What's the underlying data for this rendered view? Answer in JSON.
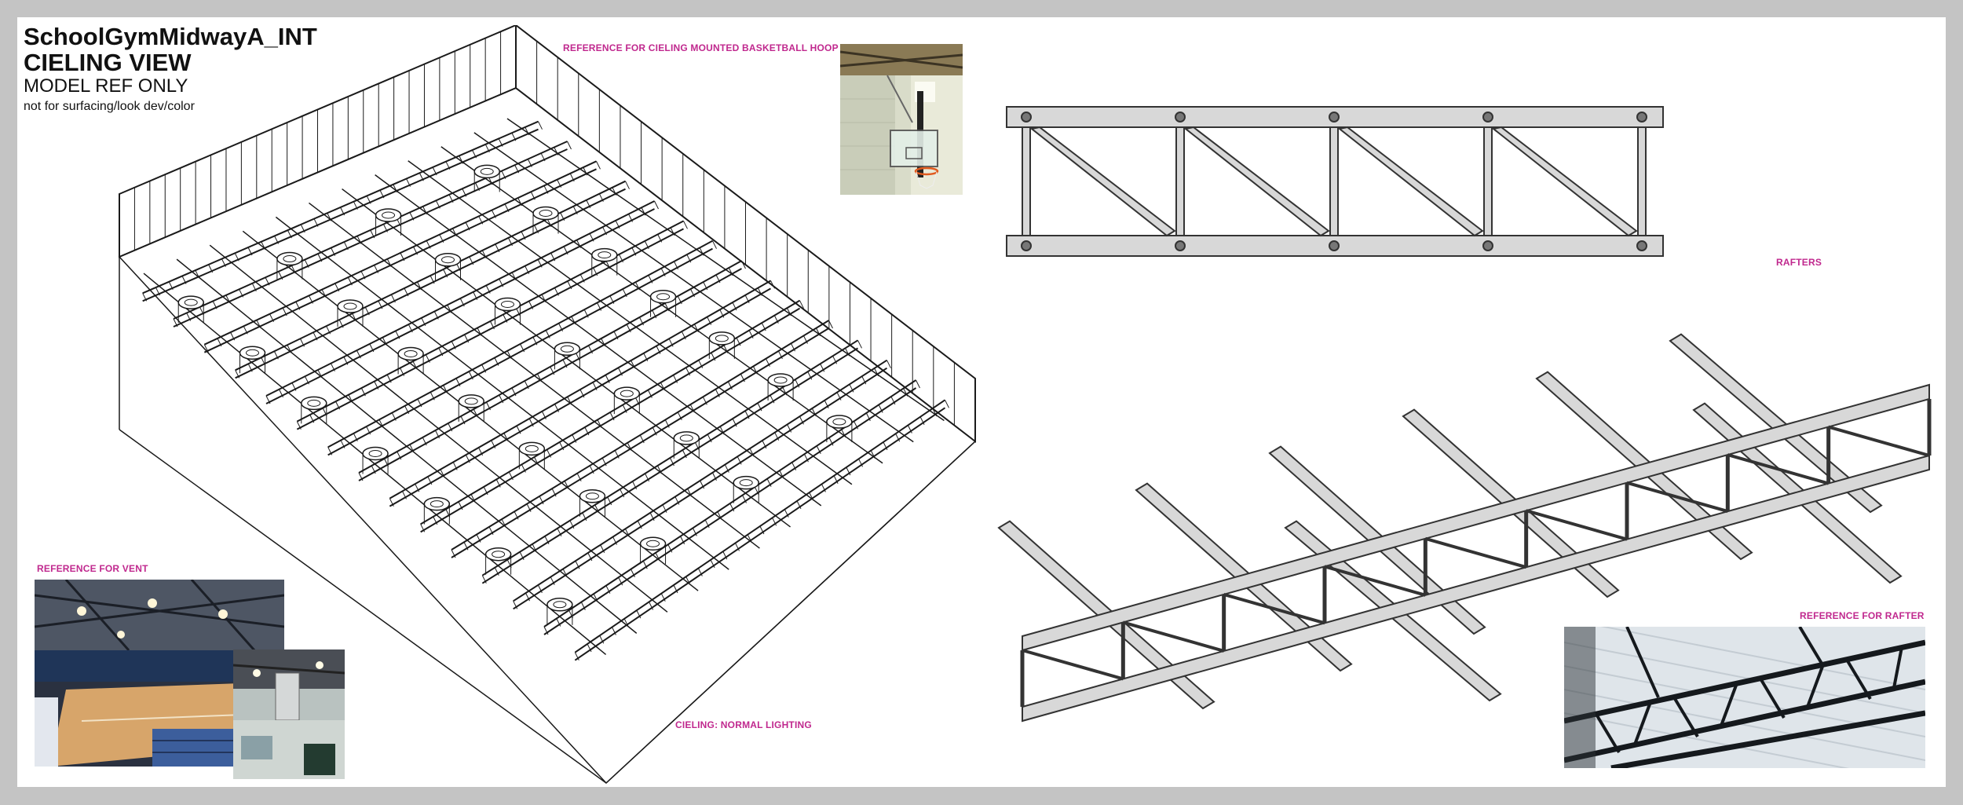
{
  "title": {
    "line1": "SchoolGymMidwayA_INT",
    "line2": "CIELING VIEW",
    "line3": "MODEL REF ONLY",
    "line4": "not for surfacing/look dev/color"
  },
  "labels": {
    "hoop": "REFERENCE FOR CIELING MOUNTED BASKETBALL HOOP",
    "rafters": "RAFTERS",
    "vent": "REFERENCE FOR VENT",
    "lighting": "CIELING: NORMAL LIGHTING",
    "rafter_ref": "REFERENCE FOR RAFTER"
  },
  "colors": {
    "sheet_bg": "#ffffff",
    "border": "#c4c4c4",
    "label": "#c0288e",
    "truss_fill": "#d8d8d8",
    "truss_stroke": "#333333"
  }
}
